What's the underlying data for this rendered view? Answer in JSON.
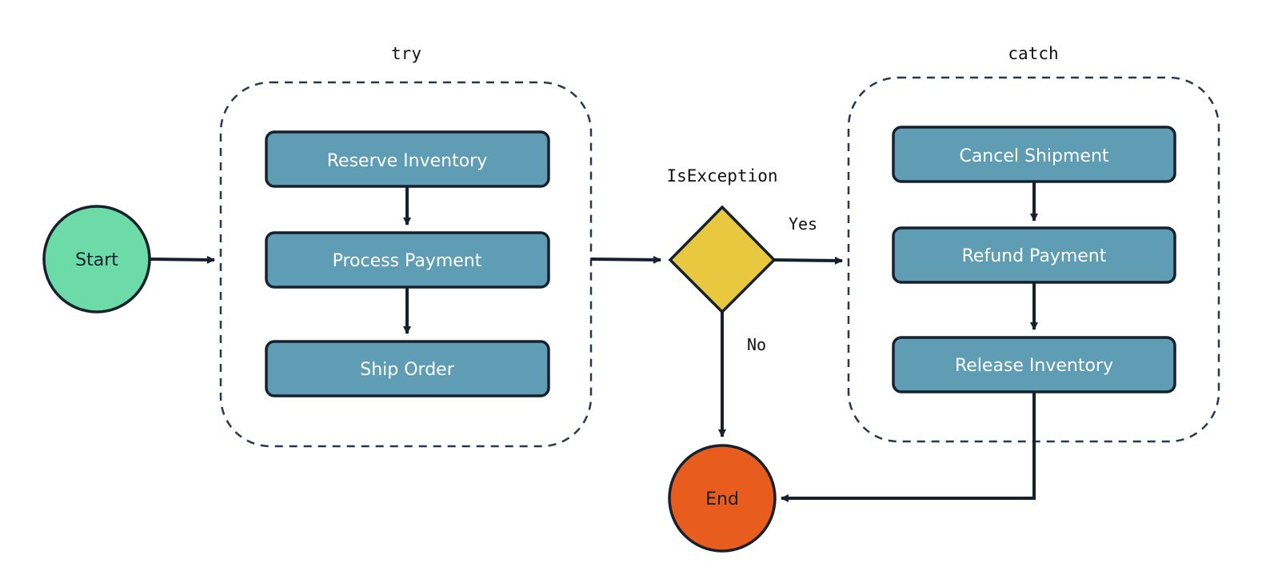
{
  "colors": {
    "start": "#6ddba8",
    "end": "#e85d1e",
    "task": "#5f9db4",
    "decision": "#e7c83e",
    "stroke": "#16202e",
    "group": "#2a3550"
  },
  "nodes": {
    "start": "Start",
    "end": "End",
    "decision": "IsException"
  },
  "groups": {
    "try": {
      "label": "try",
      "steps": [
        "Reserve Inventory",
        "Process Payment",
        "Ship Order"
      ]
    },
    "catch": {
      "label": "catch",
      "steps": [
        "Cancel Shipment",
        "Refund Payment",
        "Release Inventory"
      ]
    }
  },
  "edges": {
    "yes": "Yes",
    "no": "No"
  }
}
